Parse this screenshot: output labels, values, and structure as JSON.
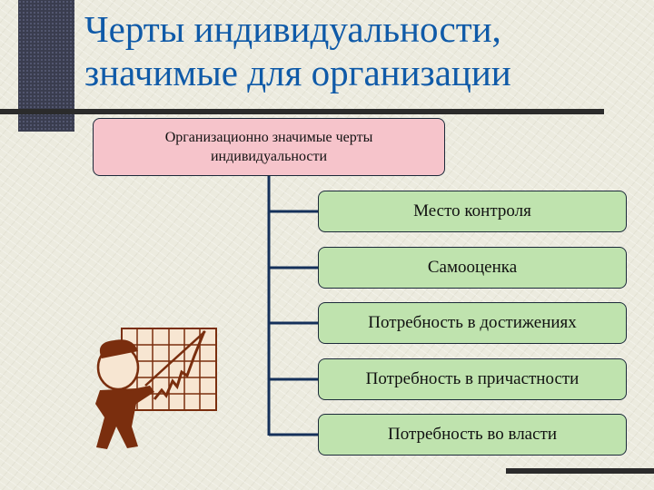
{
  "title": {
    "line1": "Черты индивидуальности,",
    "line2": "значимые для организации"
  },
  "diagram": {
    "root": "Организационно значимые черты индивидуальности",
    "children": [
      "Место контроля",
      "Самооценка",
      "Потребность в достижениях",
      "Потребность в причастности",
      "Потребность во власти"
    ]
  },
  "colors": {
    "title": "#0f5aa8",
    "root_fill": "#f6c4cb",
    "leaf_fill": "#bfe3ae",
    "connector": "#14305a",
    "clipart": "#7a2e0e"
  }
}
